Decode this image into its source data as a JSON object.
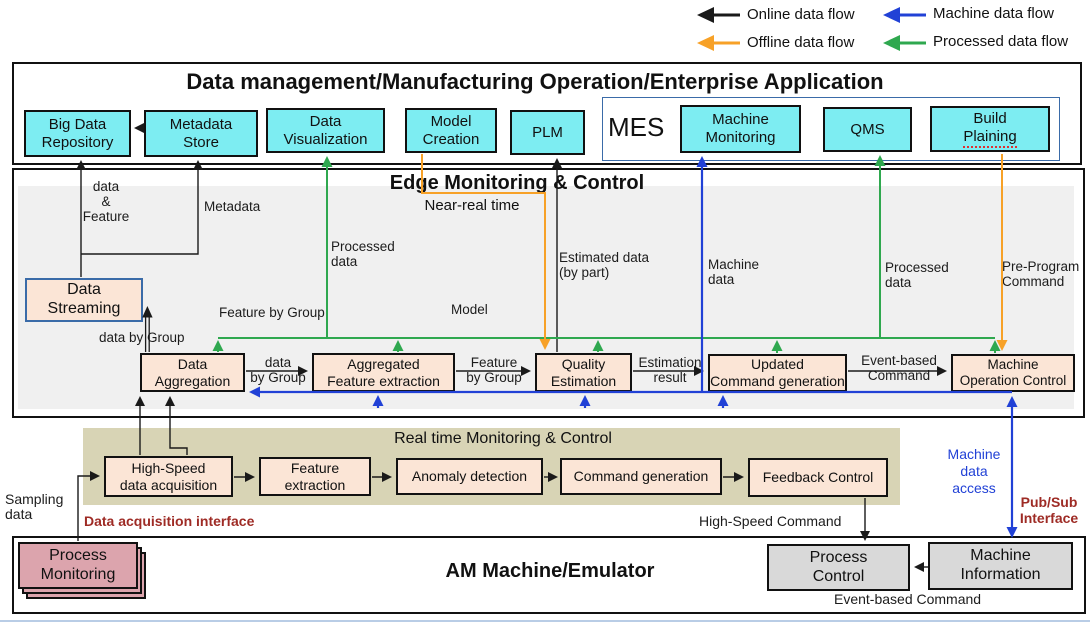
{
  "legend": {
    "online": "Online data flow",
    "machine": "Machine data flow",
    "offline": "Offline data flow",
    "processed": "Processed data flow"
  },
  "enterprise": {
    "title": "Data management/Manufacturing Operation/Enterprise Application",
    "big_data_repository": [
      "Big Data",
      "Repository"
    ],
    "metadata_store": [
      "Metadata",
      "Store"
    ],
    "data_visualization": [
      "Data",
      "Visualization"
    ],
    "model_creation": [
      "Model",
      "Creation"
    ],
    "plm": "PLM",
    "mes": "MES",
    "machine_monitoring": [
      "Machine",
      "Monitoring"
    ],
    "qms": "QMS",
    "build_plaining_line1": "Build",
    "build_plaining_line2": "Plaining"
  },
  "edge": {
    "title": "Edge Monitoring & Control",
    "subtitle": "Near-real time",
    "data_streaming": [
      "Data",
      "Streaming"
    ],
    "data_aggregation": [
      "Data",
      "Aggregation"
    ],
    "aggregated_feature_extraction": [
      "Aggregated",
      "Feature extraction"
    ],
    "quality_estimation": [
      "Quality",
      "Estimation"
    ],
    "updated_command_generation": [
      "Updated",
      "Command generation"
    ],
    "machine_operation_control": [
      "Machine",
      "Operation Control"
    ]
  },
  "realtime": {
    "title": "Real time Monitoring & Control",
    "high_speed_data_acquisition": [
      "High-Speed",
      "data acquisition"
    ],
    "feature_extraction": [
      "Feature",
      "extraction"
    ],
    "anomaly_detection": "Anomaly detection",
    "command_generation": "Command generation",
    "feedback_control": "Feedback Control"
  },
  "machine": {
    "title": "AM Machine/Emulator",
    "process_monitoring": [
      "Process",
      "Monitoring"
    ],
    "process_control": [
      "Process",
      "Control"
    ],
    "machine_information": [
      "Machine",
      "Information"
    ]
  },
  "labels": {
    "data_and_feature": [
      "data",
      "&",
      "Feature"
    ],
    "metadata": "Metadata",
    "processed_data": [
      "Processed",
      "data"
    ],
    "feature_by_group": "Feature by Group",
    "feature_by_group_lines": [
      "Feature",
      "by Group"
    ],
    "data_by_group": "data by Group",
    "data_by_group_lines": [
      "data",
      "by Group"
    ],
    "model": "Model",
    "estimated_data": [
      "Estimated data",
      "(by part)"
    ],
    "machine_data": [
      "Machine",
      "data"
    ],
    "pre_program_command": [
      "Pre-Program",
      "Command"
    ],
    "estimation_result": [
      "Estimation",
      "result"
    ],
    "event_based_command": [
      "Event-based",
      "Command"
    ],
    "event_based_command_bottom": "Event-based Command",
    "sampling_data": [
      "Sampling",
      "data"
    ],
    "data_acquisition_interface": "Data acquisition interface",
    "high_speed_command": "High-Speed Command",
    "machine_data_access": [
      "Machine",
      "data",
      "access"
    ],
    "pub_sub_interface": [
      "Pub/Sub",
      "Interface"
    ]
  },
  "colors": {
    "cyan_box": "#7DEDF2",
    "peach_box": "#FBE5D6",
    "pink_box": "#DCA4AD",
    "gray_box": "#D9D9D9",
    "olive_panel": "#D8D4B5",
    "edge_panel": "#F0F0F0",
    "online_black": "#1A1A1A",
    "machine_blue": "#2141D6",
    "offline_orange": "#F7A127",
    "processed_green": "#2FA84F",
    "interface_dark_red": "#9E2B25",
    "mes_border_blue": "#3A6BA8"
  }
}
